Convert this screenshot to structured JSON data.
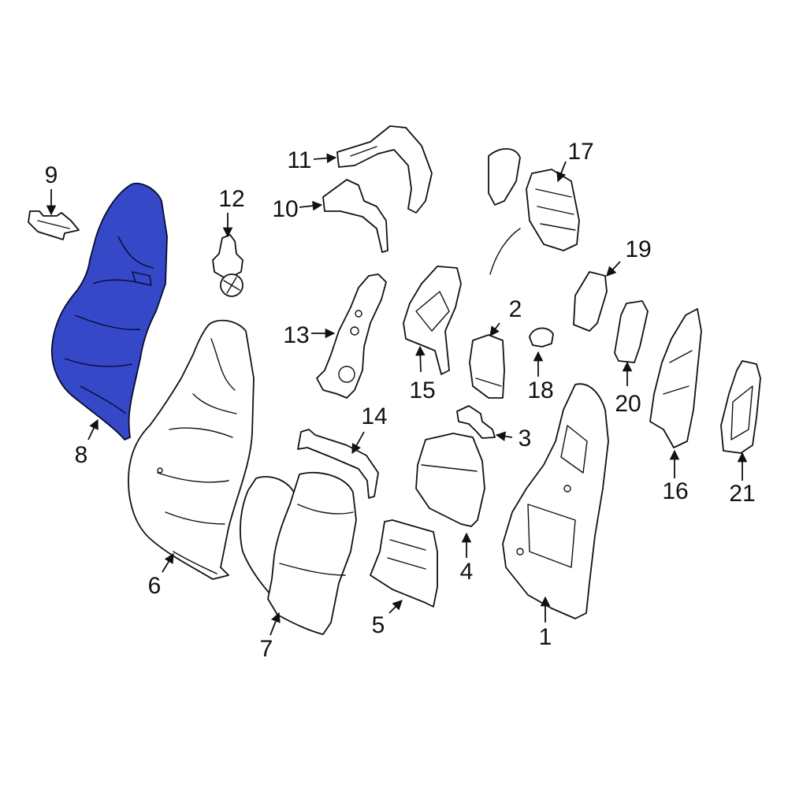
{
  "highlight_color": "#3548c8",
  "callouts": [
    {
      "id": "1",
      "label": "1"
    },
    {
      "id": "2",
      "label": "2"
    },
    {
      "id": "3",
      "label": "3"
    },
    {
      "id": "4",
      "label": "4"
    },
    {
      "id": "5",
      "label": "5"
    },
    {
      "id": "6",
      "label": "6"
    },
    {
      "id": "7",
      "label": "7"
    },
    {
      "id": "8",
      "label": "8",
      "highlighted": true
    },
    {
      "id": "9",
      "label": "9"
    },
    {
      "id": "10",
      "label": "10"
    },
    {
      "id": "11",
      "label": "11"
    },
    {
      "id": "12",
      "label": "12"
    },
    {
      "id": "13",
      "label": "13"
    },
    {
      "id": "14",
      "label": "14"
    },
    {
      "id": "15",
      "label": "15"
    },
    {
      "id": "16",
      "label": "16"
    },
    {
      "id": "17",
      "label": "17"
    },
    {
      "id": "18",
      "label": "18"
    },
    {
      "id": "19",
      "label": "19"
    },
    {
      "id": "20",
      "label": "20"
    },
    {
      "id": "21",
      "label": "21"
    }
  ]
}
